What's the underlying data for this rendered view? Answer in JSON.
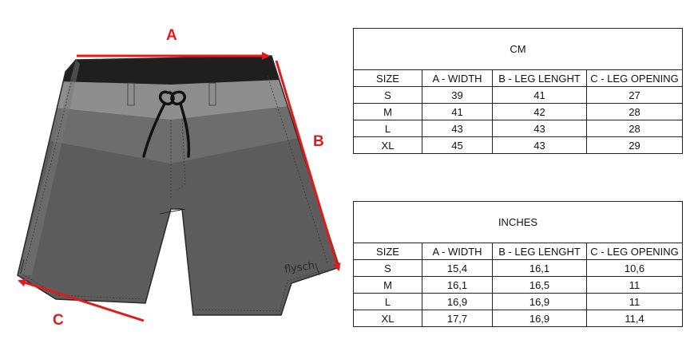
{
  "diagram": {
    "label_a": "A",
    "label_b": "B",
    "label_c": "C",
    "brand": "flysch"
  },
  "colors": {
    "arrow": "#e11b1b",
    "waistband": "#1f1f1f",
    "belt": "#8e8e8e",
    "upper": "#6d6d6d",
    "lower": "#5c5c5c",
    "outline": "#2a2a2a"
  },
  "tables": {
    "cm": {
      "title": "CM",
      "headers": [
        "SIZE",
        "A - WIDTH",
        "B - LEG LENGHT",
        "C - LEG OPENING"
      ],
      "rows": [
        [
          "S",
          "39",
          "41",
          "27"
        ],
        [
          "M",
          "41",
          "42",
          "28"
        ],
        [
          "L",
          "43",
          "43",
          "28"
        ],
        [
          "XL",
          "45",
          "43",
          "29"
        ]
      ]
    },
    "inches": {
      "title": "INCHES",
      "headers": [
        "SIZE",
        "A - WIDTH",
        "B - LEG LENGHT",
        "C - LEG OPENING"
      ],
      "rows": [
        [
          "S",
          "15,4",
          "16,1",
          "10,6"
        ],
        [
          "M",
          "16,1",
          "16,5",
          "11"
        ],
        [
          "L",
          "16,9",
          "16,9",
          "11"
        ],
        [
          "XL",
          "17,7",
          "16,9",
          "11,4"
        ]
      ]
    }
  }
}
